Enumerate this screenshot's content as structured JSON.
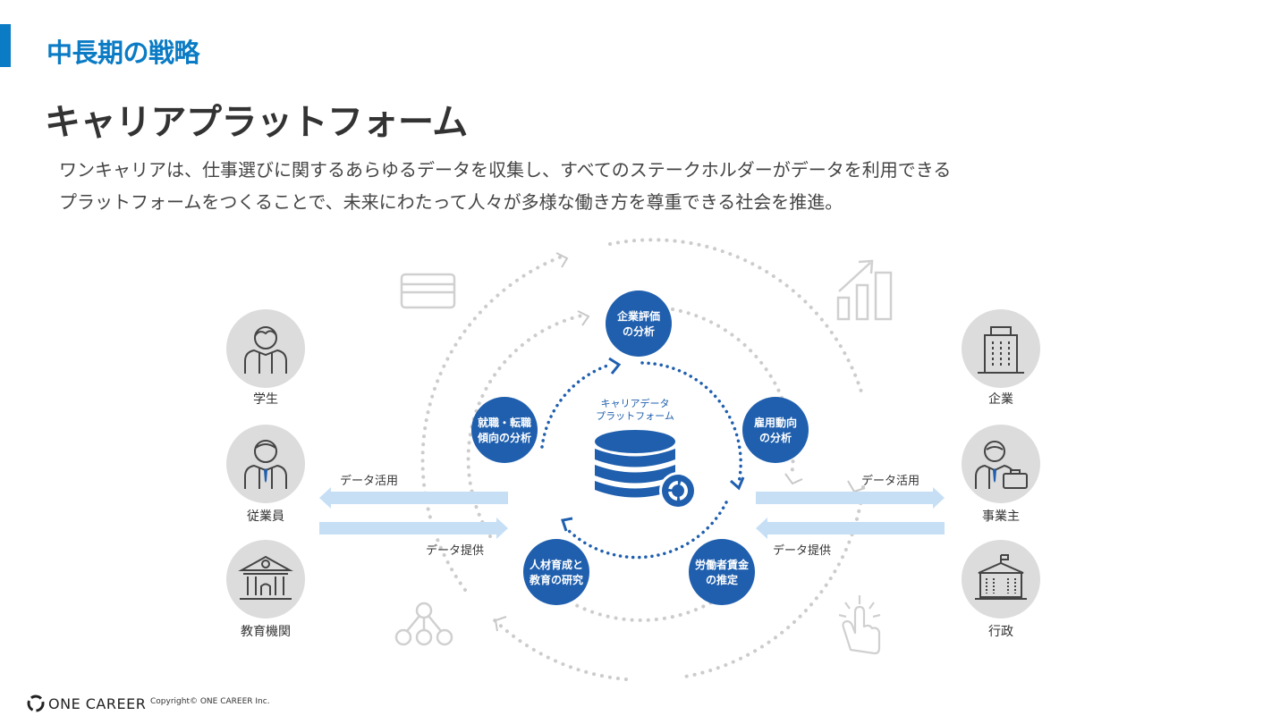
{
  "header": {
    "section_title": "中長期の戦略",
    "title": "キャリアプラットフォーム"
  },
  "lead": {
    "line1": "ワンキャリアは、仕事選びに関するあらゆるデータを収集し、すべてのステークホルダーがデータを利用できる",
    "line2": "プラットフォームをつくることで、未来にわたって人々が多様な働き方を尊重できる社会を推進。"
  },
  "diagram": {
    "center_label_1": "キャリアデータ",
    "center_label_2": "プラットフォーム",
    "nodes": [
      {
        "l1": "企業評価",
        "l2": "の分析"
      },
      {
        "l1": "雇用動向",
        "l2": "の分析"
      },
      {
        "l1": "労働者賃金",
        "l2": "の推定"
      },
      {
        "l1": "人材育成と",
        "l2": "教育の研究"
      },
      {
        "l1": "就職・転職",
        "l2": "傾向の分析"
      }
    ],
    "left_stakeholders": [
      "学生",
      "従業員",
      "教育機関"
    ],
    "right_stakeholders": [
      "企業",
      "事業主",
      "行政"
    ],
    "arrow_use": "データ活用",
    "arrow_provide": "データ提供"
  },
  "footer": {
    "brand": "ONE CAREER",
    "copyright": "Copyright© ONE CAREER Inc."
  },
  "colors": {
    "accent": "#0a7bc4",
    "node": "#1f5fae",
    "arrow": "#c6dff5",
    "circle_bg": "#dcdcdc",
    "dots": "#cccccc"
  }
}
